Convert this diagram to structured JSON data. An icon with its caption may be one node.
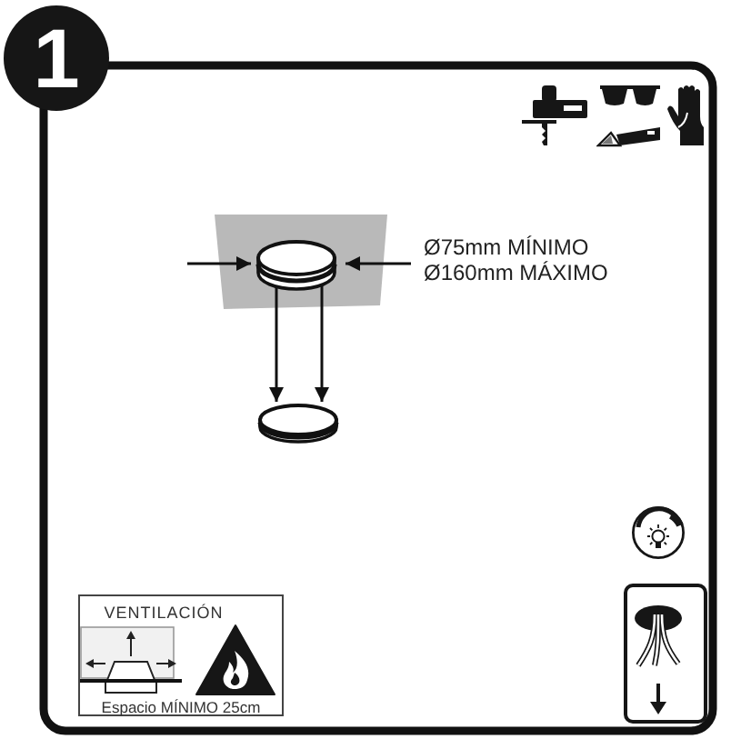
{
  "diagram": {
    "nodes": [
      {
        "text": [
          "1"
        ]
      },
      {
        "text": [],
        "shape": "cylinder"
      },
      {
        "text": [],
        "shape": "cylinder"
      },
      {
        "text": [
          "VENTILACIÓN",
          "Espacio MÍNIMO 25cm"
        ]
      }
    ],
    "edges": [
      {
        "from": 1,
        "to": 2,
        "arrow": "to"
      },
      {
        "from": 1,
        "to": 2,
        "arrow": "to"
      }
    ],
    "labels": [
      "Ø75mm MÍNIMO",
      "Ø160mm MÁXIMO"
    ]
  }
}
